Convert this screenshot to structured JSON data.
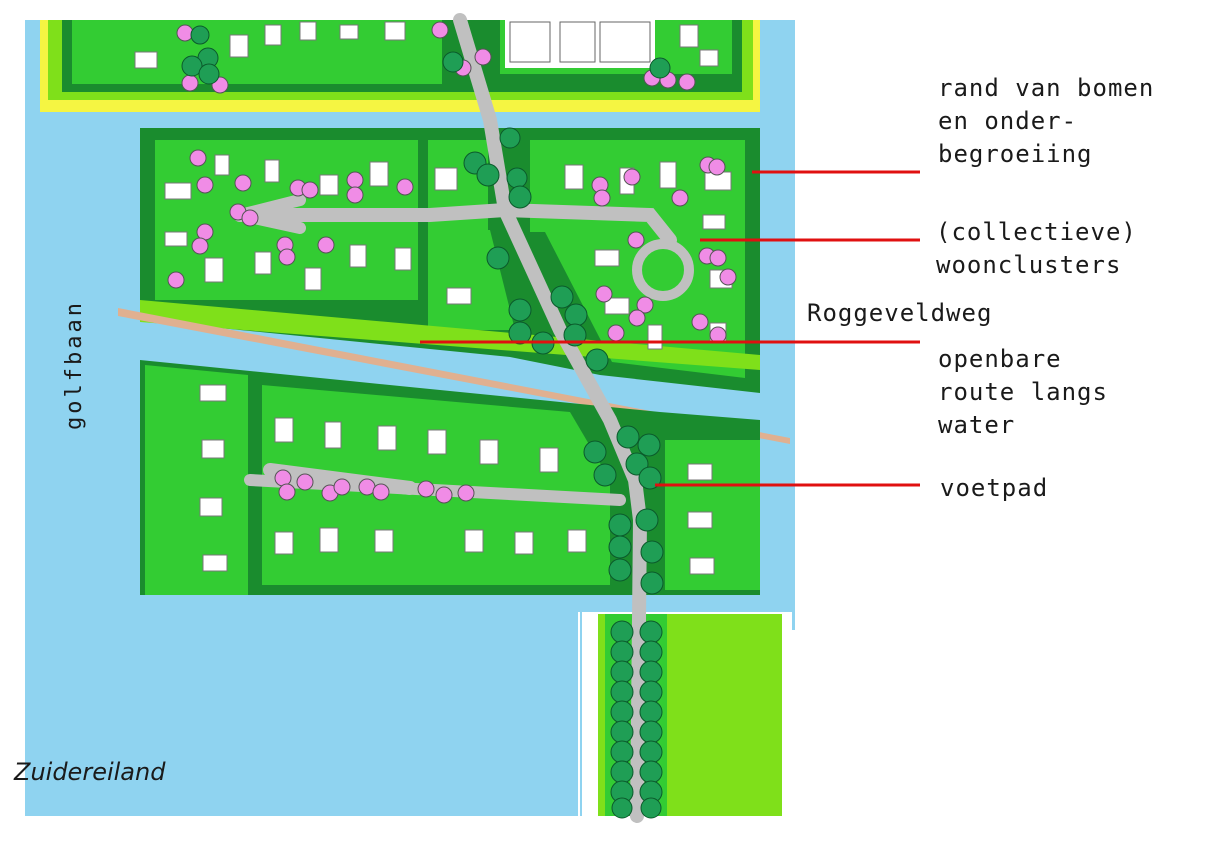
{
  "map": {
    "title": "Zuidereiland",
    "side_label": "golfbaan",
    "labels": {
      "trees_edge": [
        "rand van bomen",
        "en onder-",
        "begroeiing"
      ],
      "clusters": [
        "(collectieve)",
        "woonclusters"
      ],
      "road": "Roggeveldweg",
      "water_route": [
        "openbare",
        "route langs",
        "water"
      ],
      "footpath": "voetpad"
    },
    "colors": {
      "water": "#8fd3f0",
      "grass": "#33cc33",
      "hedge": "#1a8c2e",
      "light_grass": "#7fe01a",
      "path": "#c0c0c0",
      "tree_dark": "#1f9e55",
      "tree_blossom": "#f08ce6",
      "sand": "#f5f542",
      "leader": "#e01010"
    }
  }
}
